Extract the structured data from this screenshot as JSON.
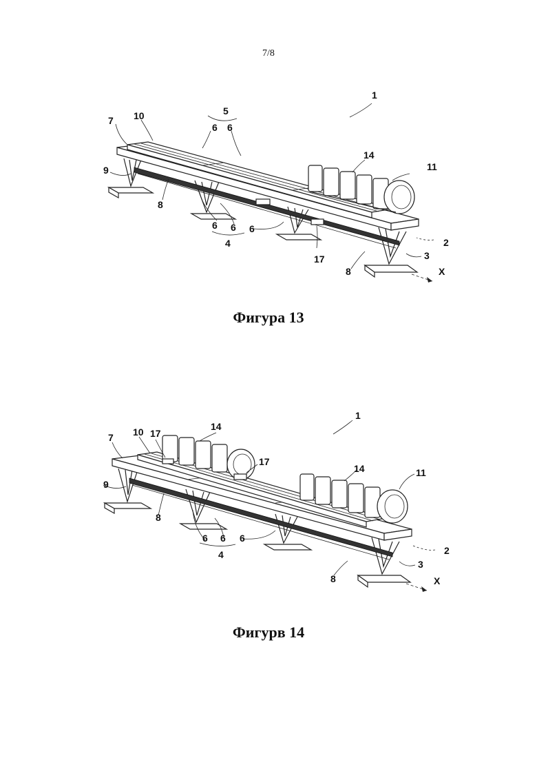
{
  "page_number": "7/8",
  "figures": [
    {
      "caption": "Фигура 13",
      "labels": {
        "l1": "1",
        "l2": "2",
        "l3": "3",
        "l4": "4",
        "l5": "5",
        "l6a": "6",
        "l6b": "6",
        "l6c": "6",
        "l6d": "6",
        "l6e": "6",
        "l7": "7",
        "l8a": "8",
        "l8b": "8",
        "l9": "9",
        "l10": "10",
        "l11": "11",
        "l14": "14",
        "l17": "17",
        "lx": "X"
      }
    },
    {
      "caption": "Фигурв 14",
      "labels": {
        "l1": "1",
        "l2": "2",
        "l3": "3",
        "l4": "4",
        "l6a": "6",
        "l6b": "6",
        "l6c": "6",
        "l7": "7",
        "l8a": "8",
        "l8b": "8",
        "l9": "9",
        "l10": "10",
        "l11": "11",
        "l14a": "14",
        "l14b": "14",
        "l17a": "17",
        "l17b": "17",
        "lx": "X"
      }
    }
  ]
}
